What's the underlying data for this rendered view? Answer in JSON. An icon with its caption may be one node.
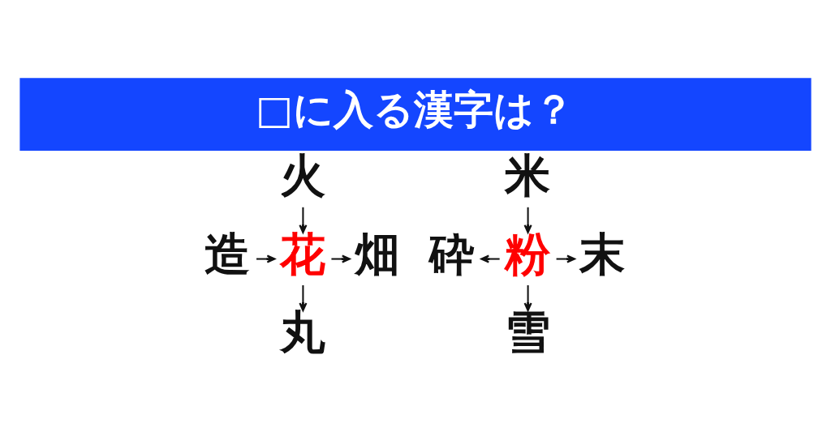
{
  "diagram": {
    "title": "□に入る漢字は？",
    "nodes": [
      {
        "text": [
          "火"
        ]
      },
      {
        "text": [
          "造"
        ]
      },
      {
        "text": [
          "花"
        ]
      },
      {
        "text": [
          "畑"
        ]
      },
      {
        "text": [
          "丸"
        ]
      },
      {
        "text": [
          "米"
        ]
      },
      {
        "text": [
          "砕"
        ]
      },
      {
        "text": [
          "粉"
        ]
      },
      {
        "text": [
          "末"
        ]
      },
      {
        "text": [
          "雪"
        ]
      }
    ],
    "edges": [
      {
        "from": 0,
        "to": 2,
        "arrow": "to"
      },
      {
        "from": 1,
        "to": 2,
        "arrow": "to"
      },
      {
        "from": 2,
        "to": 3,
        "arrow": "to"
      },
      {
        "from": 2,
        "to": 4,
        "arrow": "to"
      },
      {
        "from": 5,
        "to": 7,
        "arrow": "to"
      },
      {
        "from": 7,
        "to": 6,
        "arrow": "to"
      },
      {
        "from": 7,
        "to": 8,
        "arrow": "to"
      },
      {
        "from": 7,
        "to": 9,
        "arrow": "to"
      }
    ]
  }
}
